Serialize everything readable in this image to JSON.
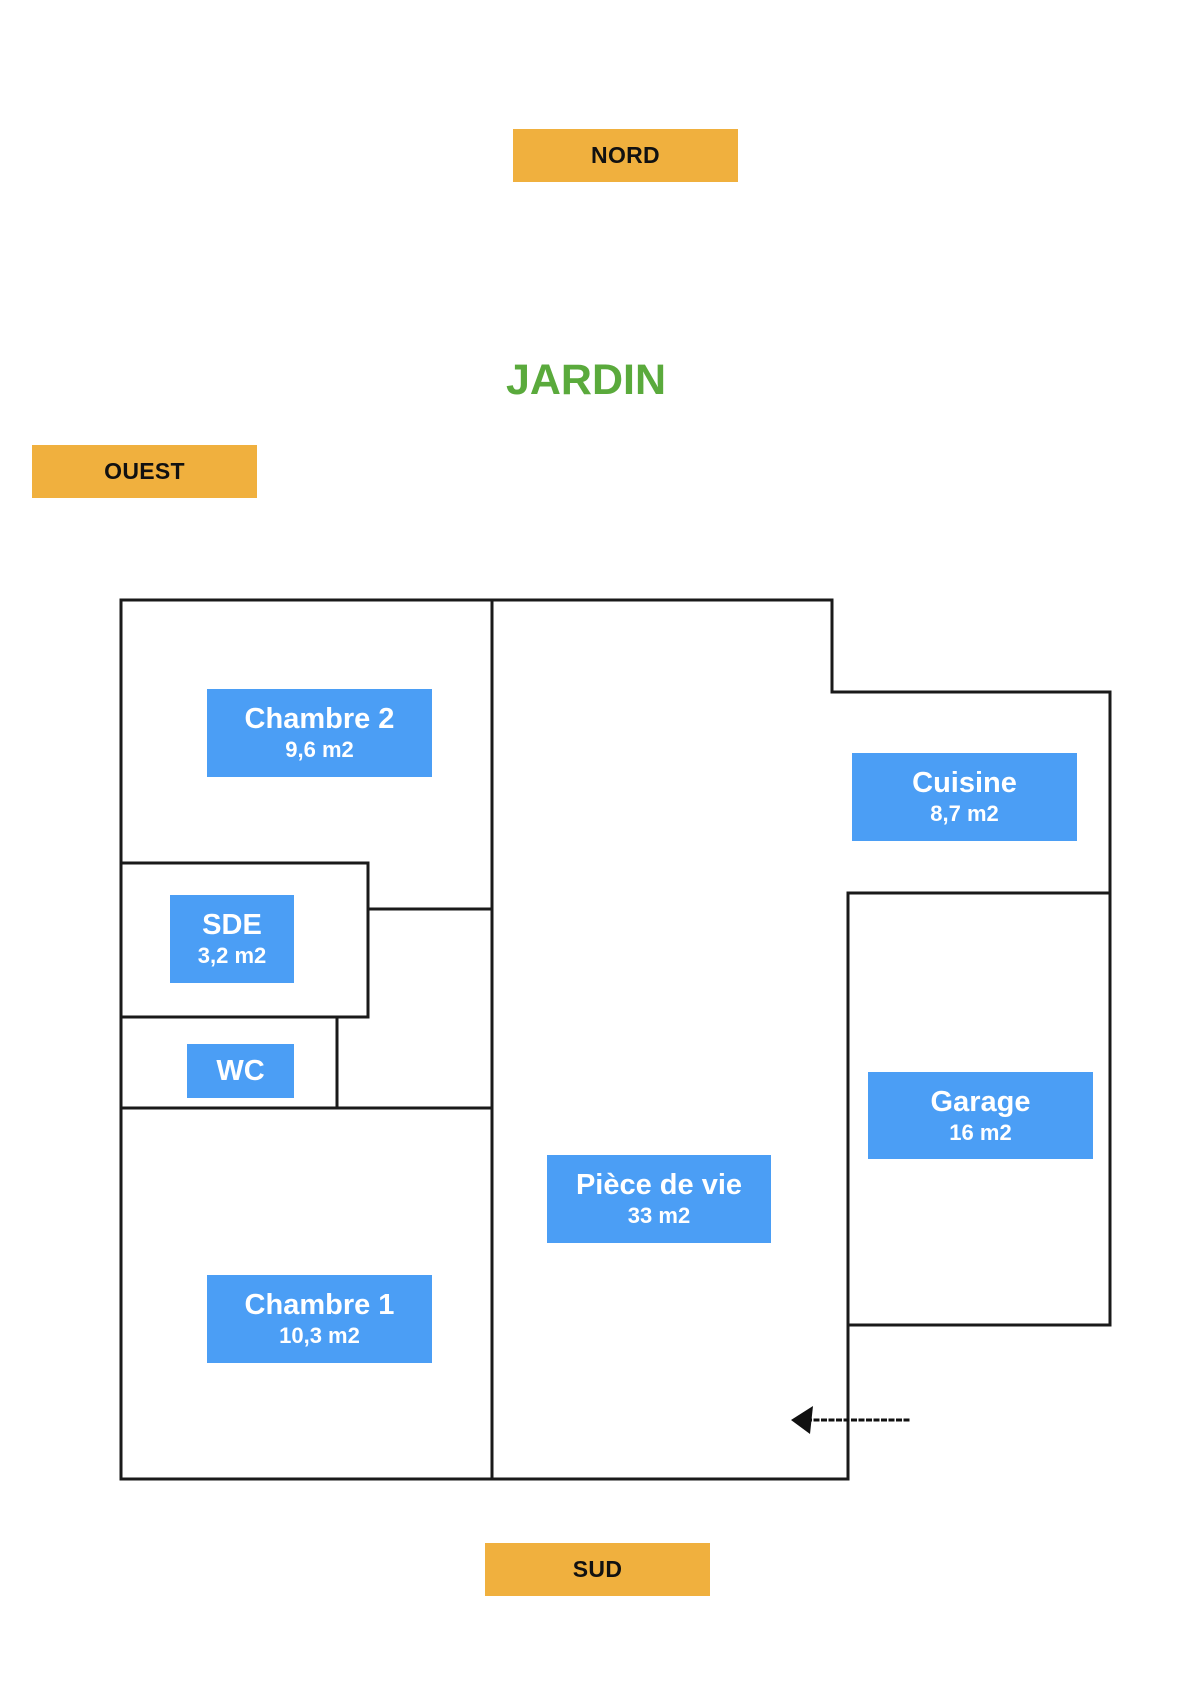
{
  "compass": {
    "north": "NORD",
    "west": "OUEST",
    "south": "SUD"
  },
  "garden_label": "JARDIN",
  "colors": {
    "compass_fill": "#f0b03e",
    "room_label_fill": "#4b9ef5",
    "garden_text": "#5aaa3c",
    "walls": "#1a1a1a"
  },
  "rooms": [
    {
      "id": "chambre-2",
      "name": "Chambre 2",
      "area": "9,6 m2"
    },
    {
      "id": "sde",
      "name": "SDE",
      "area": "3,2 m2"
    },
    {
      "id": "wc",
      "name": "WC",
      "area": ""
    },
    {
      "id": "chambre-1",
      "name": "Chambre 1",
      "area": "10,3 m2"
    },
    {
      "id": "piece-de-vie",
      "name": "Pièce de vie",
      "area": "33 m2"
    },
    {
      "id": "cuisine",
      "name": "Cuisine",
      "area": "8,7 m2"
    },
    {
      "id": "garage",
      "name": "Garage",
      "area": "16 m2"
    }
  ],
  "entrance_arrow": "arrow-left-icon"
}
